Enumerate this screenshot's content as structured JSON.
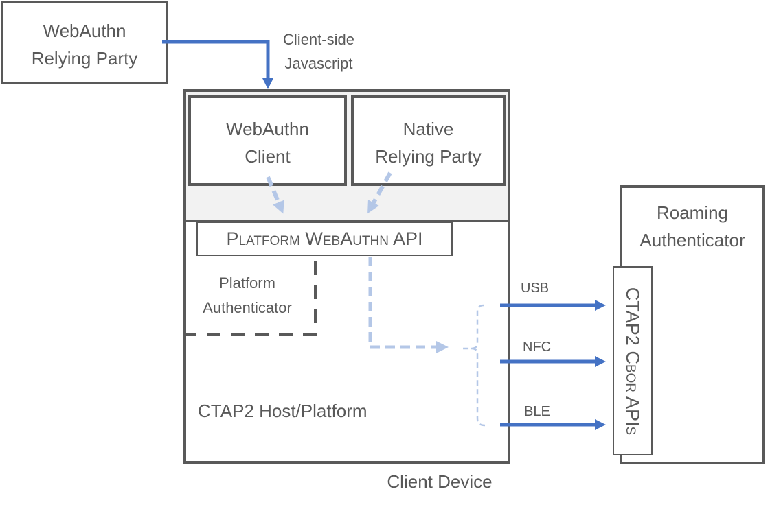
{
  "colors": {
    "box_border": "#595959",
    "text": "#595959",
    "solid_arrow": "#4472C4",
    "dashed_arrow": "#B4C7E7",
    "band_fill": "#F2F2F2"
  },
  "nodes": {
    "webauthn_relying_party": "WebAuthn\nRelying Party",
    "webauthn_client": "WebAuthn\nClient",
    "native_relying_party": "Native\nRelying Party",
    "platform_webauthn_api": "Platform WebAuthn API",
    "platform_authenticator": "Platform\nAuthenticator",
    "ctap2_host_platform": "CTAP2 Host/Platform",
    "client_device": "Client Device",
    "roaming_authenticator": "Roaming\nAuthenticator",
    "ctap2_cbor_apis": "CTAP2 Cbor APIs"
  },
  "edges": {
    "client_side_javascript": "Client-side\nJavascript",
    "transports": [
      "USB",
      "NFC",
      "BLE"
    ]
  }
}
